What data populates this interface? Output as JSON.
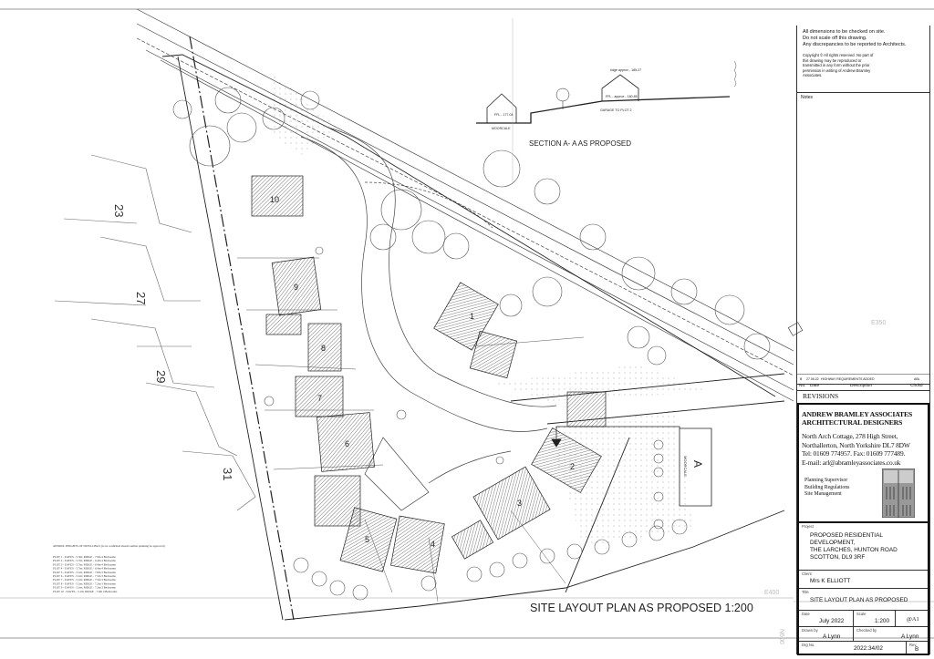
{
  "section": {
    "title": "SECTION A- A AS PROPOSED",
    "ridge_label": "ridge approx - 185.27",
    "ffl_garage": "FFL - approx - 180.85",
    "garage_label": "GARAGE TO PLOT 2",
    "ffl_moorcale": "FFL - 177.04",
    "moorcale_label": "MOORCALE"
  },
  "plan": {
    "title": "SITE LAYOUT PLAN AS PROPOSED 1:200",
    "neighbour_numbers": [
      "23",
      "27",
      "29",
      "31"
    ],
    "plot_numbers": [
      "1",
      "2",
      "3",
      "4",
      "5",
      "6",
      "7",
      "8",
      "9",
      "10"
    ],
    "section_marker": "A",
    "section_marker_house": "MOORCALE",
    "grid_labels": [
      "E350",
      "E400",
      "N600"
    ],
    "notes_heading": "APPROX. HEIGHTS OF DWELLINGS (to be confirmed should outline planning be approved)",
    "notes": [
      "PLOT 1 - EAVES - 5.3m; RIDGE - 7.9m 4 Bedrooms",
      "PLOT 2 - EAVES - 5.7m; RIDGE - 6.4m 4 Bedrooms",
      "PLOT 3 - EAVES - 5.7m; RIDGE - 6.4m 4 Bedrooms",
      "PLOT 4 - EAVES - 5.7m; RIDGE - 6.4m 4 Bedrooms",
      "PLOT 5 - EAVES - 5.1m; RIDGE - 7.8m 3 Bedrooms",
      "PLOT 6 - EAVES - 5.1m; RIDGE - 7.5m 3 Bedrooms",
      "PLOT 7 - EAVES - 5.1m; RIDGE - 7.5m 3 Bedrooms",
      "PLOT 8 - EAVES - 5.1m; RIDGE - 7.2m 3 Bedrooms",
      "PLOT 9 - EAVES - 5.1m; RIDGE - 7.2m 3 Bedrooms",
      "PLOT 10 - EAVES - 5.1m; RIDGE - 7.9m 4 Bedrooms"
    ]
  },
  "title_block": {
    "disclaimer": [
      "All dimensions to be checked on site.",
      "Do not scale off this drawing.",
      "Any discrepancies to be reported to Architects."
    ],
    "copyright": "Copyright © All rights reserved. No part of this drawing may be reproduced or transmitted in any form without the prior permission in writing of Andrew Bramley Associates.",
    "notes_label": "Notes",
    "revision": {
      "rev": "B",
      "date": "27.06.22",
      "description": "HIGHWAY REQUIREMENTS ADDED",
      "checked": "ABL"
    },
    "revision_headers": {
      "no": "No.",
      "date": "Date",
      "description": "Description",
      "checked": "Chckd"
    },
    "revisions_title": "REVISIONS",
    "firm_name": "ANDREW BRAMLEY ASSOCIATES",
    "firm_sub": "ARCHITECTURAL DESIGNERS",
    "address": [
      "North Arch Cottage, 278 High Street,",
      "Northallerton, North Yorkshire DL7 8DW",
      "Tel: 01609 774957.  Fax: 01609 777489.",
      "E-mail: arl@abramleyassociates.co.uk"
    ],
    "services": [
      "Planning Supervisor",
      "Building Regulations",
      "Site Management"
    ],
    "project_label": "Project",
    "project": [
      "PROPOSED RESIDENTIAL",
      "DEVELOPMENT,",
      "THE LARCHES, HUNTON ROAD",
      "SCOTTON, DL9 3RF"
    ],
    "client_label": "Client",
    "client": "Mrs K ELLIOTT",
    "title_label": "Title",
    "title": "SITE LAYOUT PLAN AS PROPOSED",
    "date_label": "Date",
    "date": "July 2022",
    "scale_label": "Scale",
    "scale": "1:200",
    "sheet": "@A1",
    "drawn_label": "Drawn by",
    "drawn": "A Lynn",
    "checked_label": "Checked by",
    "checked": "A Lynn",
    "drg_label": "Drg No.",
    "drg": "2022:34/02",
    "rev_label": "Rev.",
    "rev": "B"
  },
  "colors": {
    "line": "#222222",
    "hatch": "#555555",
    "paper": "#ffffff"
  }
}
